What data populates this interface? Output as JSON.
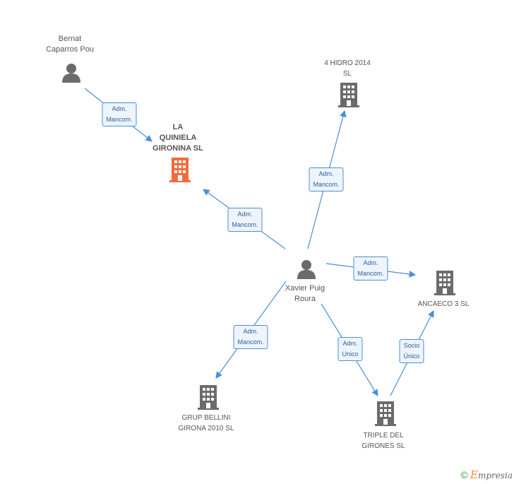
{
  "nodes": {
    "bernat": {
      "label": "Bernat\nCaparros Pou",
      "type": "person"
    },
    "quiniela": {
      "label": "LA\nQUINIELA\nGIRONINA SL",
      "type": "company-main"
    },
    "hidro": {
      "label": "4 HIDRO 2014\nSL",
      "type": "company"
    },
    "xavier": {
      "label": "Xavier Puig\nRoura",
      "type": "person"
    },
    "ancaeco": {
      "label": "ANCAECO 3  SL",
      "type": "company"
    },
    "bellini": {
      "label": "GRUP BELLINI\nGIRONA 2010 SL",
      "type": "company"
    },
    "triple": {
      "label": "TRIPLE DEL\nGIRONES SL",
      "type": "company"
    }
  },
  "edges": [
    {
      "label": "Adm.\nMancom."
    },
    {
      "label": "Adm.\nMancom."
    },
    {
      "label": "Adm.\nMancom."
    },
    {
      "label": "Adm.\nMancom."
    },
    {
      "label": "Adm.\nMancom."
    },
    {
      "label": "Adm.\nUnico"
    },
    {
      "label": "Socio\nÚnico"
    }
  ],
  "colors": {
    "edge": "#4a8fd8",
    "icon": "#6b6b6b",
    "main_icon": "#f26b3a"
  },
  "footer": {
    "copyright": "©",
    "brand_e": "E",
    "brand_rest": "mpresia"
  }
}
